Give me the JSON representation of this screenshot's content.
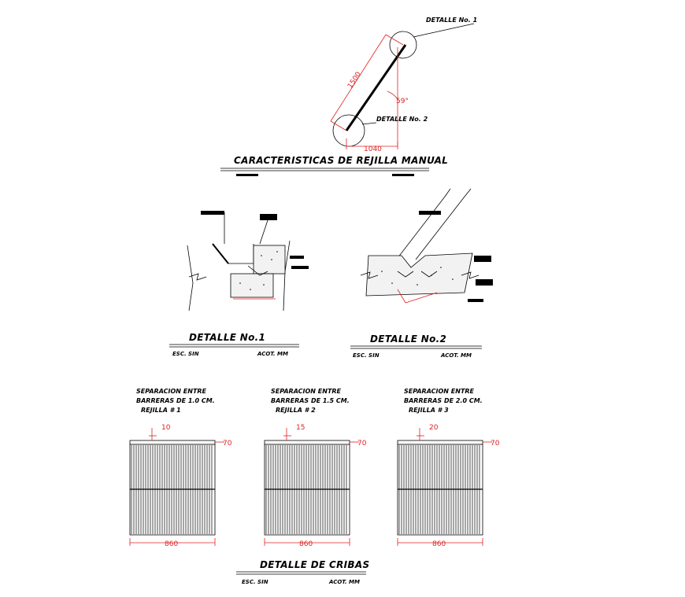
{
  "colors": {
    "dimension": "#e02020",
    "line": "#000000",
    "background": "#ffffff"
  },
  "overview": {
    "title": "CARACTERISTICAS DE REJILLA MANUAL",
    "callout_1": "DETALLE No. 1",
    "callout_2": "DETALLE No. 2",
    "dim_length": "1500",
    "dim_base": "1040",
    "dim_angle": "59°"
  },
  "details": [
    {
      "title": "DETALLE No.1",
      "scale": "ESC. SIN",
      "units": "ACOT. MM"
    },
    {
      "title": "DETALLE No.2",
      "scale": "ESC. SIN",
      "units": "ACOT. MM"
    }
  ],
  "screens": [
    {
      "line1": "SEPARACION ENTRE",
      "line2": "BARRERAS DE 1.0 CM.",
      "line3": "REJILLA # 1",
      "spacing": "10",
      "side": "70",
      "width": "860"
    },
    {
      "line1": "SEPARACION ENTRE",
      "line2": "BARRERAS DE 1.5 CM.",
      "line3": "REJILLA # 2",
      "spacing": "15",
      "side": "70",
      "width": "860"
    },
    {
      "line1": "SEPARACION ENTRE",
      "line2": "BARRERAS DE 2.0 CM.",
      "line3": "REJILLA # 3",
      "spacing": "20",
      "side": "70",
      "width": "860"
    }
  ],
  "screens_footer": {
    "title": "DETALLE DE CRIBAS",
    "scale": "ESC. SIN",
    "units": "ACOT. MM"
  }
}
